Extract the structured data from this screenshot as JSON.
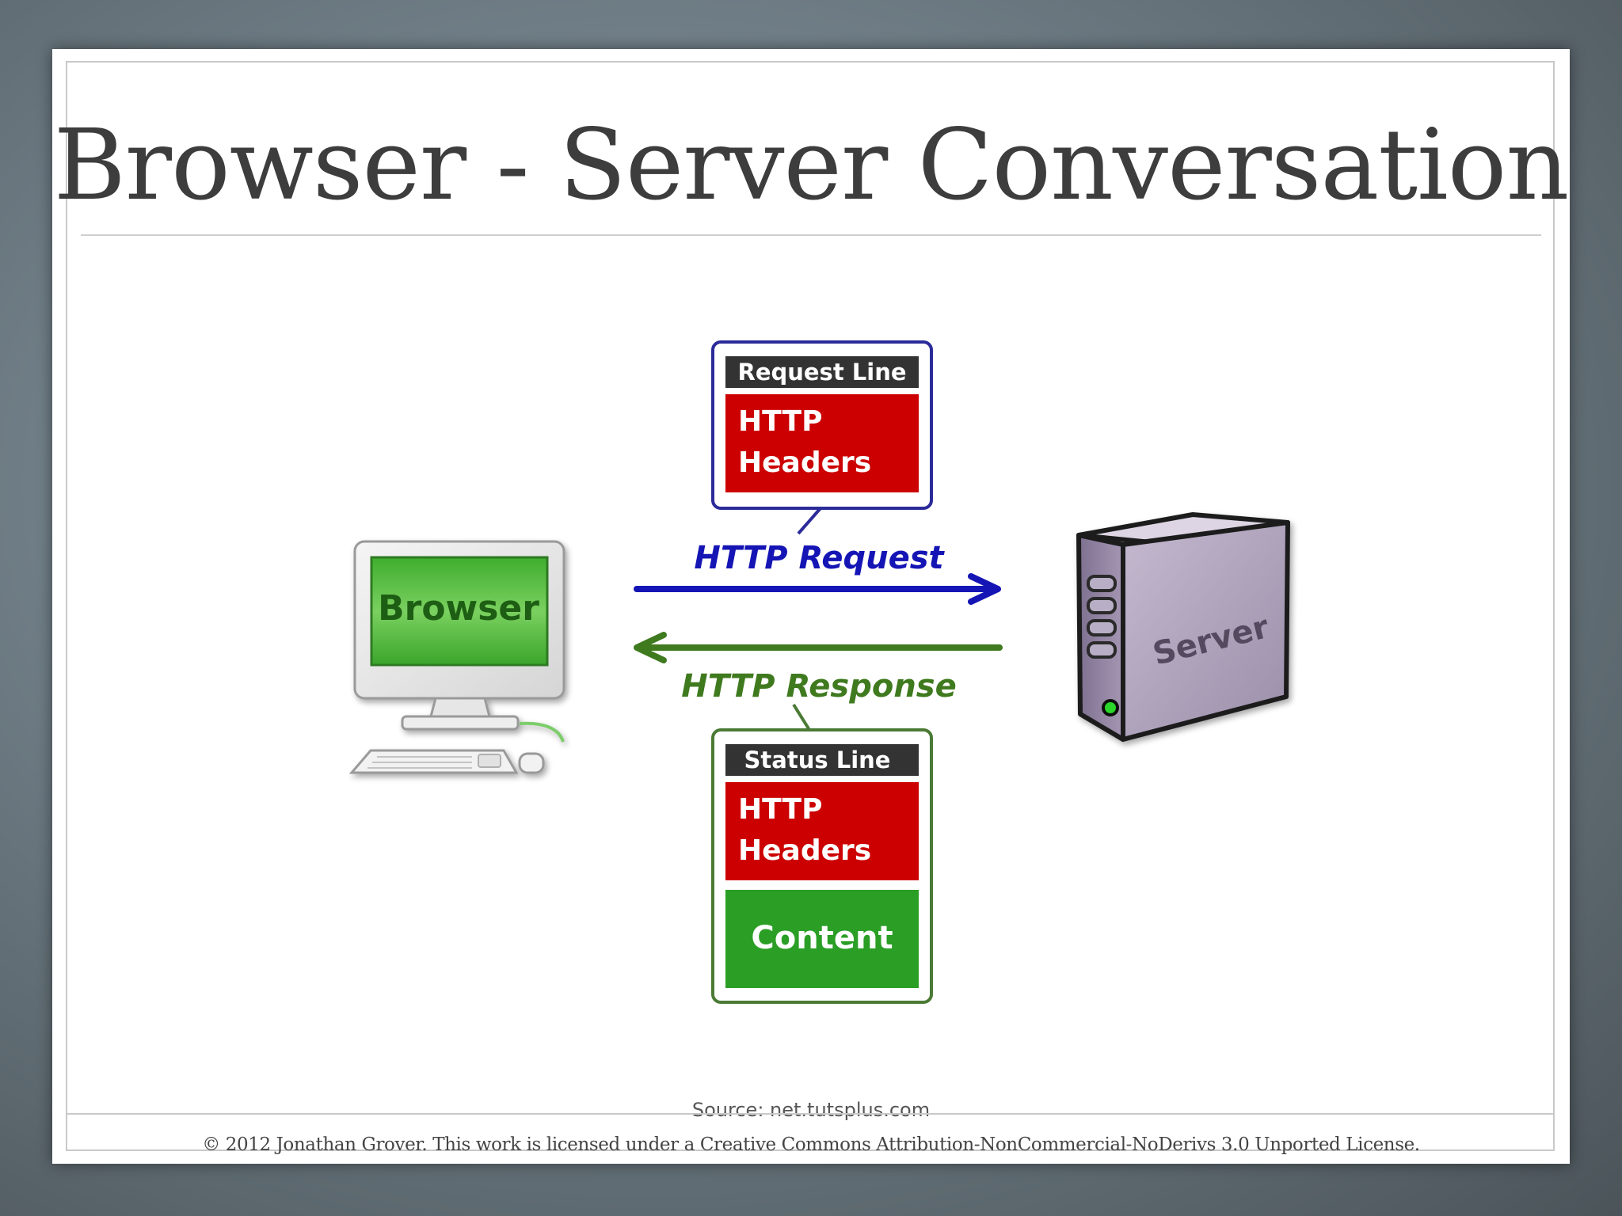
{
  "slide": {
    "title": "Browser - Server Conversation",
    "source": "Source: net.tutsplus.com",
    "license": "© 2012 Jonathan Grover. This work is licensed under a Creative Commons Attribution-NonCommercial-NoDerivs 3.0 Unported License."
  },
  "diagram": {
    "browser_label": "Browser",
    "server_label": "Server",
    "request": {
      "label": "HTTP Request",
      "line": "Request Line",
      "headers_line1": "HTTP",
      "headers_line2": "Headers"
    },
    "response": {
      "label": "HTTP Response",
      "line": "Status Line",
      "headers_line1": "HTTP",
      "headers_line2": "Headers",
      "content": "Content"
    }
  },
  "colors": {
    "request_blue": "#1515b5",
    "response_green": "#3f7a1f",
    "header_red": "#cc0000",
    "content_green": "#2a9e25",
    "line_dark": "#333333",
    "browser_screen": "#4fb83c",
    "server_body": "#a89bb5"
  }
}
